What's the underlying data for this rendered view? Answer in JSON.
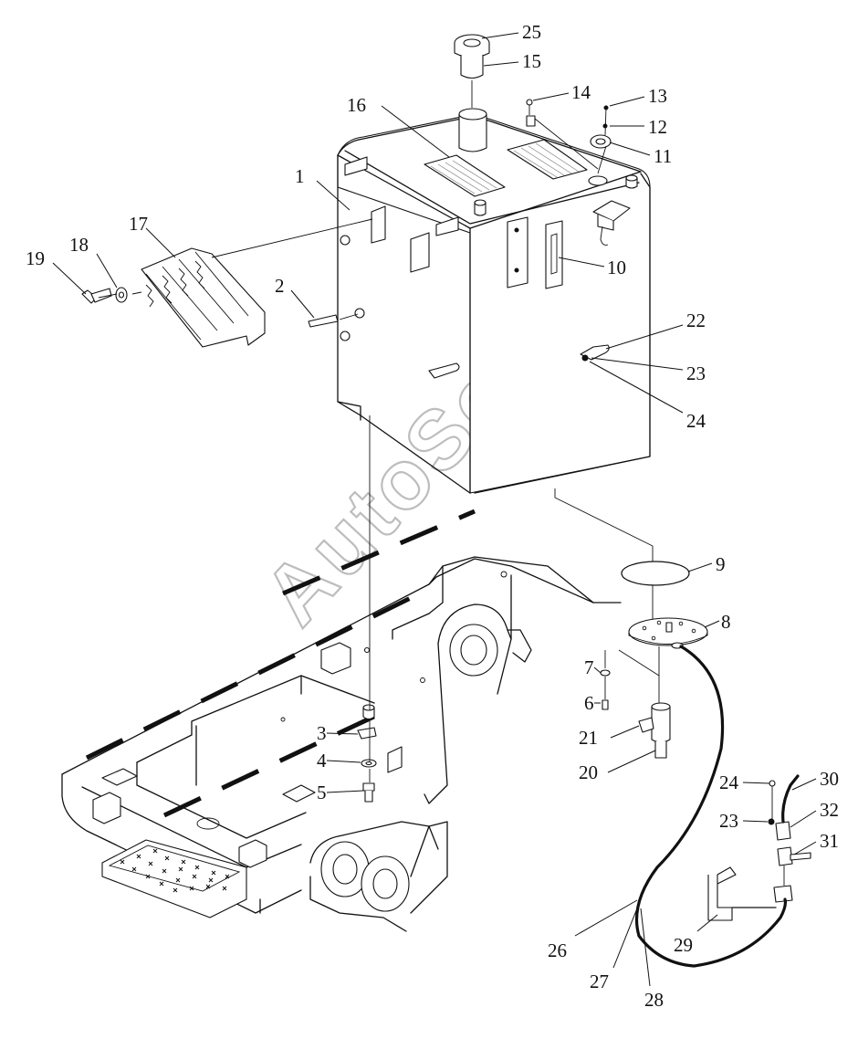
{
  "diagram": {
    "watermark": "AutoSoft",
    "callouts": [
      {
        "id": "1",
        "label": "1"
      },
      {
        "id": "2",
        "label": "2"
      },
      {
        "id": "3",
        "label": "3"
      },
      {
        "id": "4",
        "label": "4"
      },
      {
        "id": "5",
        "label": "5"
      },
      {
        "id": "6",
        "label": "6"
      },
      {
        "id": "7",
        "label": "7"
      },
      {
        "id": "8",
        "label": "8"
      },
      {
        "id": "9",
        "label": "9"
      },
      {
        "id": "10",
        "label": "10"
      },
      {
        "id": "11",
        "label": "11"
      },
      {
        "id": "12",
        "label": "12"
      },
      {
        "id": "13",
        "label": "13"
      },
      {
        "id": "14",
        "label": "14"
      },
      {
        "id": "15",
        "label": "15"
      },
      {
        "id": "16",
        "label": "16"
      },
      {
        "id": "17",
        "label": "17"
      },
      {
        "id": "18",
        "label": "18"
      },
      {
        "id": "19",
        "label": "19"
      },
      {
        "id": "20",
        "label": "20"
      },
      {
        "id": "21",
        "label": "21"
      },
      {
        "id": "22",
        "label": "22"
      },
      {
        "id": "23",
        "label": "23"
      },
      {
        "id": "24",
        "label": "24"
      },
      {
        "id": "25",
        "label": "25"
      },
      {
        "id": "24b",
        "label": "24"
      },
      {
        "id": "23b",
        "label": "23"
      },
      {
        "id": "26",
        "label": "26"
      },
      {
        "id": "27",
        "label": "27"
      },
      {
        "id": "28",
        "label": "28"
      },
      {
        "id": "29",
        "label": "29"
      },
      {
        "id": "30",
        "label": "30"
      },
      {
        "id": "31",
        "label": "31"
      },
      {
        "id": "32",
        "label": "32"
      }
    ]
  }
}
